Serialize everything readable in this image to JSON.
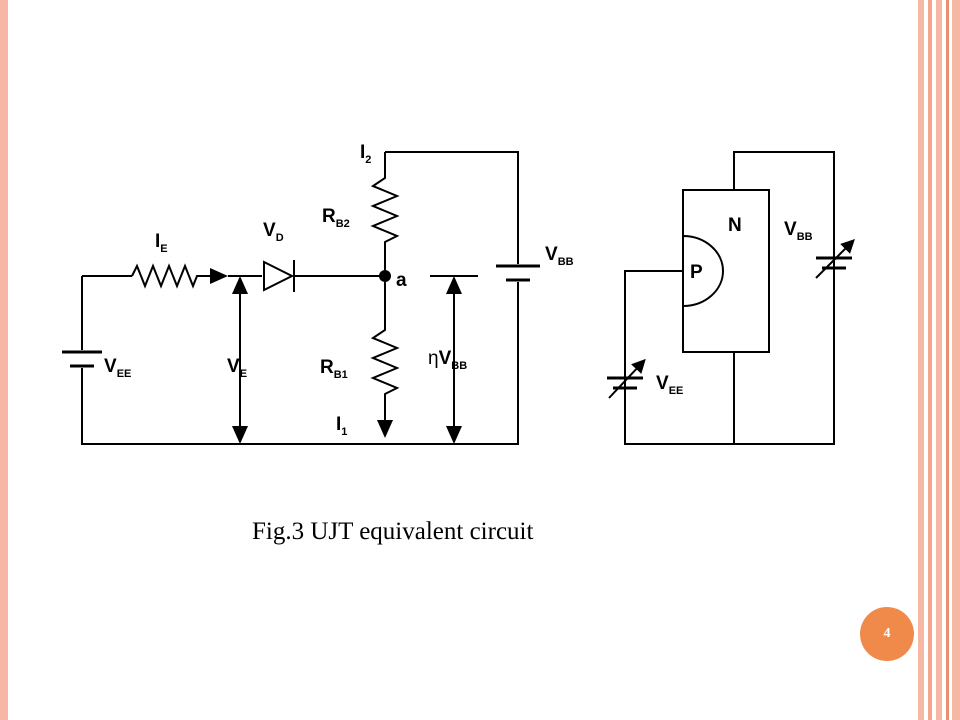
{
  "caption": "Fig.3 UJT equivalent circuit",
  "page_number": "4",
  "colors": {
    "frame": "#f6b8a4",
    "frame_dark": "#e98f72",
    "badge": "#f08a4b"
  },
  "left_circuit": {
    "source_ee": {
      "main": "V",
      "sub": "EE"
    },
    "emitter_current": {
      "main": "I",
      "sub": "E"
    },
    "diode": {
      "main": "V",
      "sub": "D"
    },
    "emitter_voltage": {
      "main": "V",
      "sub": "E"
    },
    "rb2": {
      "main": "R",
      "sub": "B2"
    },
    "rb1": {
      "main": "R",
      "sub": "B1"
    },
    "i2": {
      "main": "I",
      "sub": "2"
    },
    "i1": {
      "main": "I",
      "sub": "1"
    },
    "node": "a",
    "source_bb": {
      "main": "V",
      "sub": "BB"
    },
    "intrinsic": {
      "prefix": "η",
      "main": "V",
      "sub": "BB"
    }
  },
  "right_circuit": {
    "n_region": "N",
    "p_region": "P",
    "source_bb": {
      "main": "V",
      "sub": "BB"
    },
    "source_ee": {
      "main": "V",
      "sub": "EE"
    }
  }
}
